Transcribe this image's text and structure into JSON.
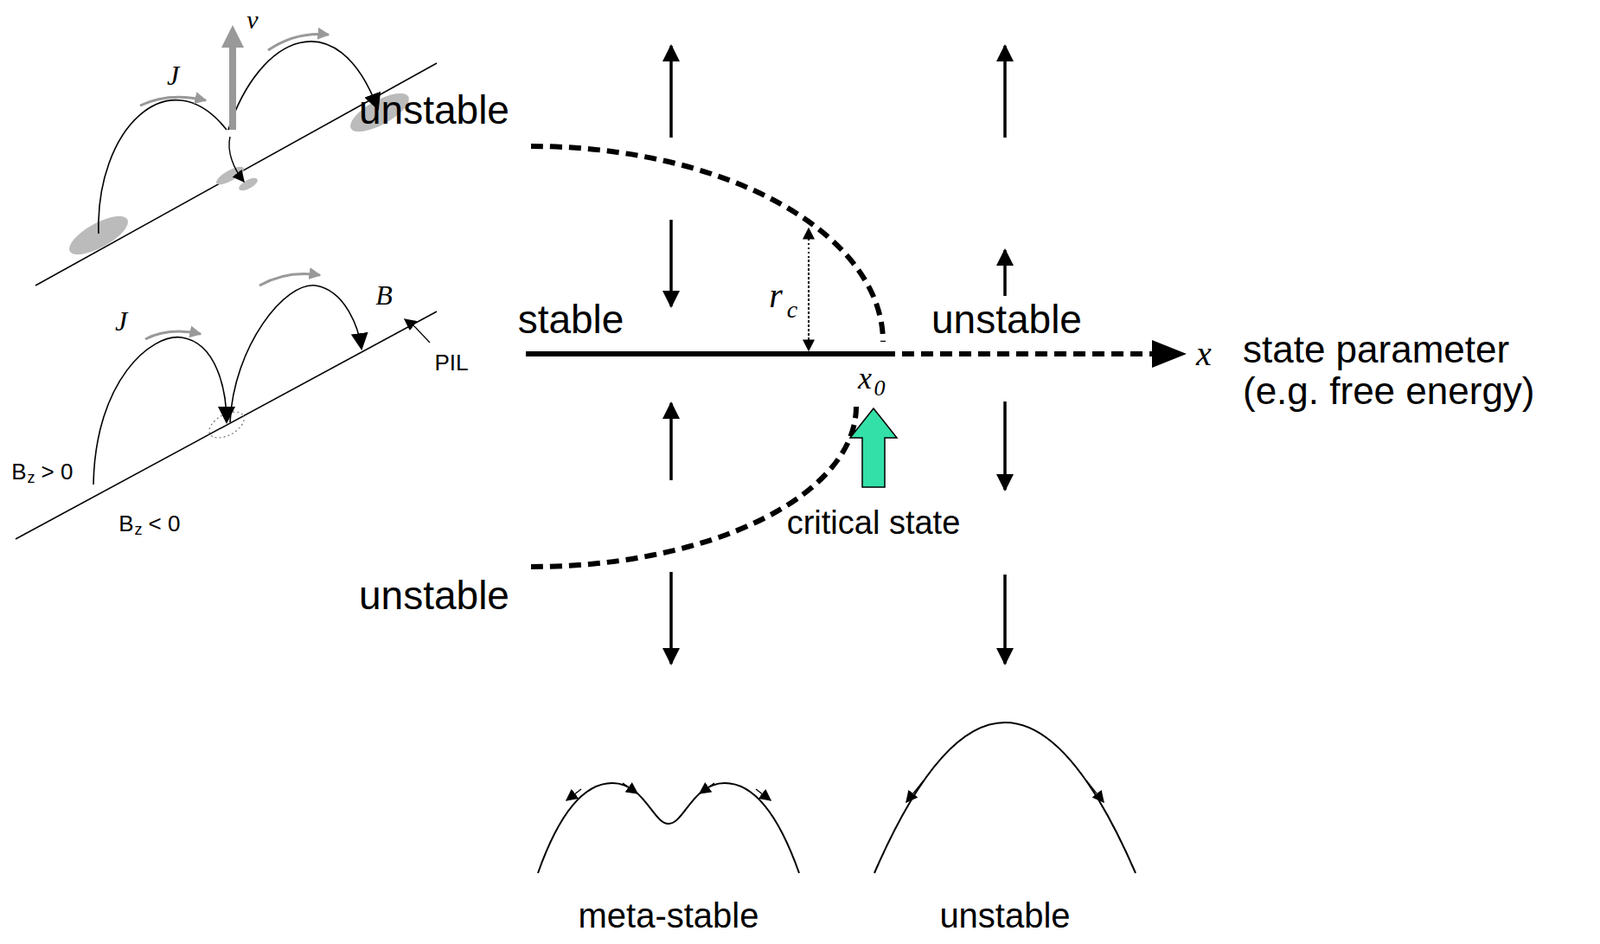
{
  "diagram": {
    "labels": [
      "v",
      "J",
      "J",
      "B",
      "PIL",
      "B",
      "z",
      "> 0",
      "B",
      "z",
      "< 0",
      "unstable",
      "stable",
      "unstable",
      "r",
      "c",
      "x",
      "0",
      "x",
      "state parameter (e.g. free energy)",
      "critical state",
      "unstable",
      "meta-stable",
      "unstable"
    ]
  }
}
